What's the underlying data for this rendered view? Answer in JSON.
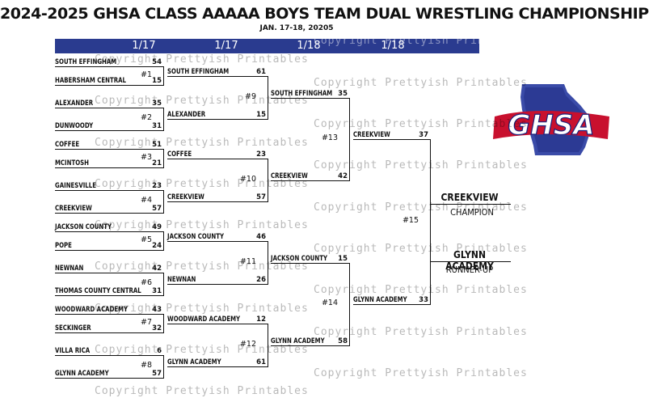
{
  "header": {
    "title": "2024-2025 GHSA CLASS AAAAA BOYS TEAM DUAL WRESTLING CHAMPIONSHIP",
    "dates": "JAN. 17-18, 20205"
  },
  "rounds": [
    "1/17",
    "1/17",
    "1/18",
    "1/18"
  ],
  "watermark": "Copyright Prettyish Printables",
  "logo": {
    "text": "GHSA"
  },
  "round1": [
    {
      "match": "#1",
      "top": {
        "team": "SOUTH EFFINGHAM",
        "score": "54"
      },
      "bottom": {
        "team": "HABERSHAM CENTRAL",
        "score": "15"
      }
    },
    {
      "match": "#2",
      "top": {
        "team": "ALEXANDER",
        "score": "35"
      },
      "bottom": {
        "team": "DUNWOODY",
        "score": "31"
      }
    },
    {
      "match": "#3",
      "top": {
        "team": "COFFEE",
        "score": "51"
      },
      "bottom": {
        "team": "MCINTOSH",
        "score": "21"
      }
    },
    {
      "match": "#4",
      "top": {
        "team": "GAINESVILLE",
        "score": "23"
      },
      "bottom": {
        "team": "CREEKVIEW",
        "score": "57"
      }
    },
    {
      "match": "#5",
      "top": {
        "team": "JACKSON COUNTY",
        "score": "49"
      },
      "bottom": {
        "team": "POPE",
        "score": "24"
      }
    },
    {
      "match": "#6",
      "top": {
        "team": "NEWNAN",
        "score": "42"
      },
      "bottom": {
        "team": "THOMAS COUNTY CENTRAL",
        "score": "31"
      }
    },
    {
      "match": "#7",
      "top": {
        "team": "WOODWARD ACADEMY",
        "score": "43"
      },
      "bottom": {
        "team": "SECKINGER",
        "score": "32"
      }
    },
    {
      "match": "#8",
      "top": {
        "team": "VILLA RICA",
        "score": "6"
      },
      "bottom": {
        "team": "GLYNN ACADEMY",
        "score": "57"
      }
    }
  ],
  "round2": [
    {
      "match": "#9",
      "top": {
        "team": "SOUTH EFFINGHAM",
        "score": "61"
      },
      "bottom": {
        "team": "ALEXANDER",
        "score": "15"
      }
    },
    {
      "match": "#10",
      "top": {
        "team": "COFFEE",
        "score": "23"
      },
      "bottom": {
        "team": "CREEKVIEW",
        "score": "57"
      }
    },
    {
      "match": "#11",
      "top": {
        "team": "JACKSON COUNTY",
        "score": "46"
      },
      "bottom": {
        "team": "NEWNAN",
        "score": "26"
      }
    },
    {
      "match": "#12",
      "top": {
        "team": "WOODWARD ACADEMY",
        "score": "12"
      },
      "bottom": {
        "team": "GLYNN ACADEMY",
        "score": "61"
      }
    }
  ],
  "round3": [
    {
      "match": "#13",
      "top": {
        "team": "SOUTH EFFINGHAM",
        "score": "35"
      },
      "bottom": {
        "team": "CREEKVIEW",
        "score": "42"
      }
    },
    {
      "match": "#14",
      "top": {
        "team": "JACKSON COUNTY",
        "score": "15"
      },
      "bottom": {
        "team": "GLYNN ACADEMY",
        "score": "58"
      }
    }
  ],
  "round4": [
    {
      "match": "#15",
      "top": {
        "team": "CREEKVIEW",
        "score": "37"
      },
      "bottom": {
        "team": "GLYNN ACADEMY",
        "score": "33"
      }
    }
  ],
  "final": {
    "champion": "CREEKVIEW",
    "champion_label": "CHAMPION",
    "runner_up": "GLYNN ACADEMY",
    "runner_up_label": "RUNNER-UP"
  }
}
